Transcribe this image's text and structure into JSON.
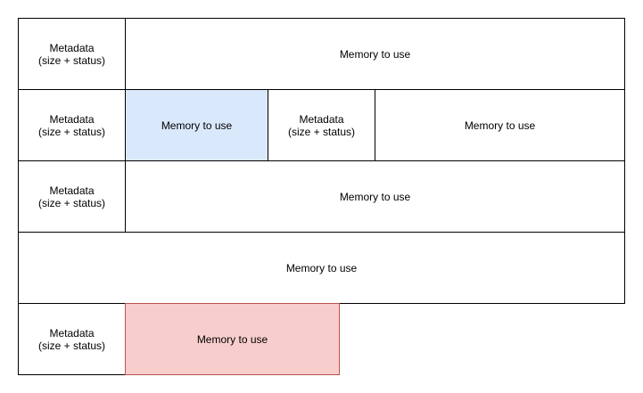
{
  "colors": {
    "blue_fill": "#dae8fc",
    "red_fill": "#f8cecc",
    "red_stroke": "#b85450",
    "stroke": "#000000"
  },
  "rows": [
    {
      "cells": [
        {
          "kind": "metadata",
          "line1": "Metadata",
          "line2": "(size + status)"
        },
        {
          "kind": "memory",
          "label": "Memory to use"
        }
      ]
    },
    {
      "cells": [
        {
          "kind": "metadata",
          "line1": "Metadata",
          "line2": "(size + status)"
        },
        {
          "kind": "memory",
          "label": "Memory to use",
          "highlight": "blue"
        },
        {
          "kind": "metadata",
          "line1": "Metadata",
          "line2": "(size + status)"
        },
        {
          "kind": "memory",
          "label": "Memory to use"
        }
      ]
    },
    {
      "cells": [
        {
          "kind": "metadata",
          "line1": "Metadata",
          "line2": "(size + status)"
        },
        {
          "kind": "memory",
          "label": "Memory to use"
        }
      ]
    },
    {
      "cells": [
        {
          "kind": "memory",
          "label": "Memory to use"
        }
      ]
    },
    {
      "cells": [
        {
          "kind": "metadata",
          "line1": "Metadata",
          "line2": "(size + status)"
        },
        {
          "kind": "memory",
          "label": "Memory to use",
          "highlight": "red"
        }
      ]
    }
  ]
}
